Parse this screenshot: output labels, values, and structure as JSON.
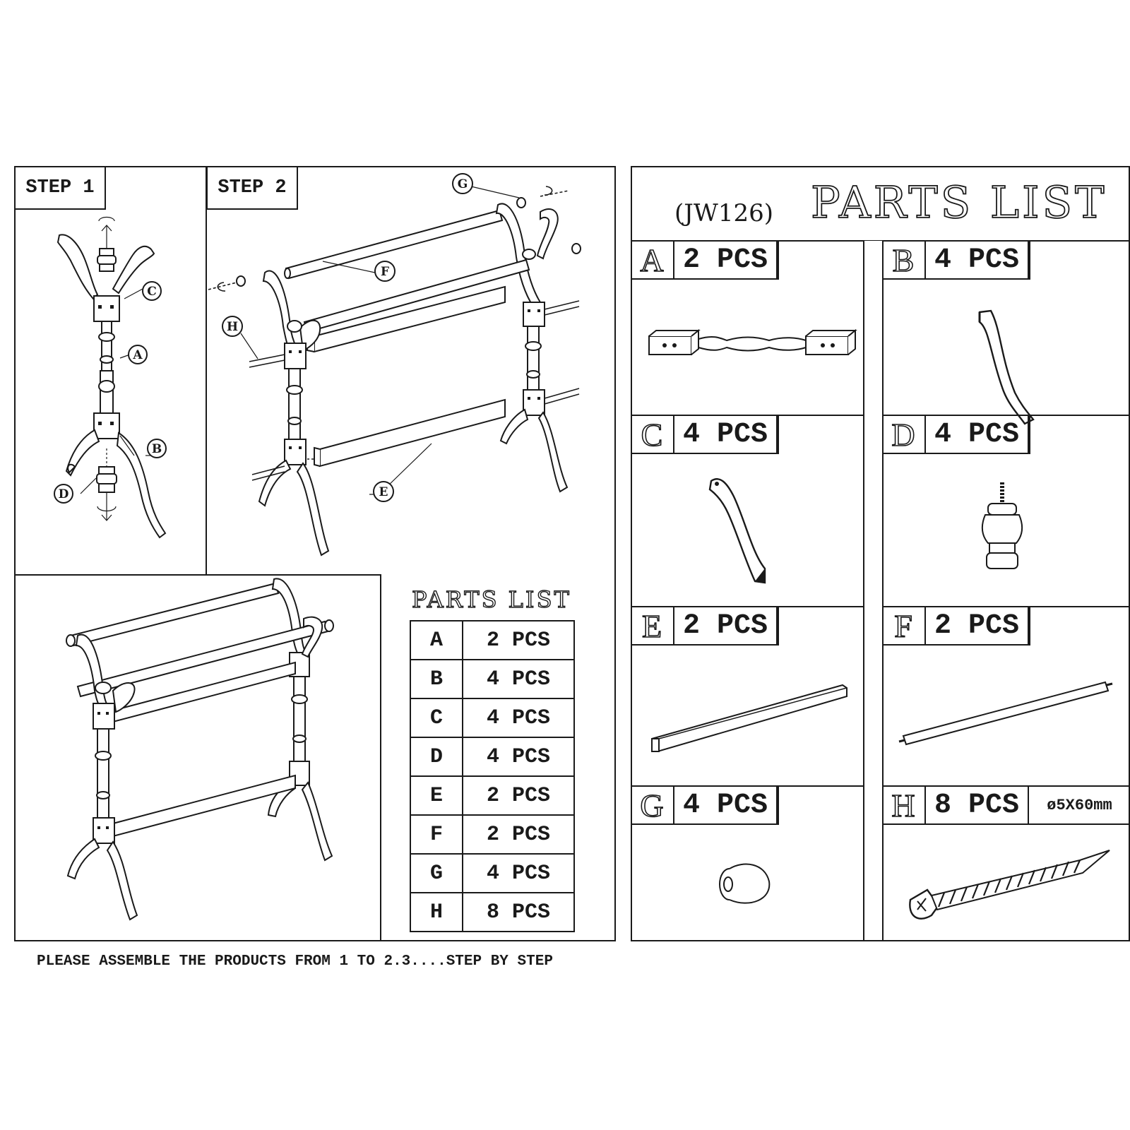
{
  "step1": {
    "label": "STEP 1",
    "callouts": [
      "C",
      "A",
      "B",
      "D"
    ]
  },
  "step2": {
    "label": "STEP 2",
    "callouts": [
      "G",
      "F",
      "H",
      "E"
    ]
  },
  "small_parts_list": {
    "title": "PARTS LIST",
    "rows": [
      {
        "part": "A",
        "qty": "2 PCS"
      },
      {
        "part": "B",
        "qty": "4 PCS"
      },
      {
        "part": "C",
        "qty": "4 PCS"
      },
      {
        "part": "D",
        "qty": "4 PCS"
      },
      {
        "part": "E",
        "qty": "2 PCS"
      },
      {
        "part": "F",
        "qty": "2 PCS"
      },
      {
        "part": "G",
        "qty": "4 PCS"
      },
      {
        "part": "H",
        "qty": "8 PCS"
      }
    ]
  },
  "footer": "PLEASE ASSEMBLE THE PRODUCTS FROM 1 TO 2.3....STEP BY STEP",
  "main_parts_list": {
    "model": "(JW126)",
    "title": "PARTS LIST",
    "parts": [
      {
        "letter": "A",
        "qty": "2 PCS",
        "icon": "turned-spindle-icon"
      },
      {
        "letter": "B",
        "qty": "4 PCS",
        "icon": "curved-leg-icon"
      },
      {
        "letter": "C",
        "qty": "4 PCS",
        "icon": "curved-arm-icon"
      },
      {
        "letter": "D",
        "qty": "4 PCS",
        "icon": "threaded-foot-icon"
      },
      {
        "letter": "E",
        "qty": "2 PCS",
        "icon": "rectangular-rail-icon"
      },
      {
        "letter": "F",
        "qty": "2 PCS",
        "icon": "dowel-rod-icon"
      },
      {
        "letter": "G",
        "qty": "4 PCS",
        "icon": "end-cap-knob-icon"
      },
      {
        "letter": "H",
        "qty": "8 PCS",
        "icon": "wood-screw-icon",
        "spec": "ø5X60mm"
      }
    ]
  }
}
